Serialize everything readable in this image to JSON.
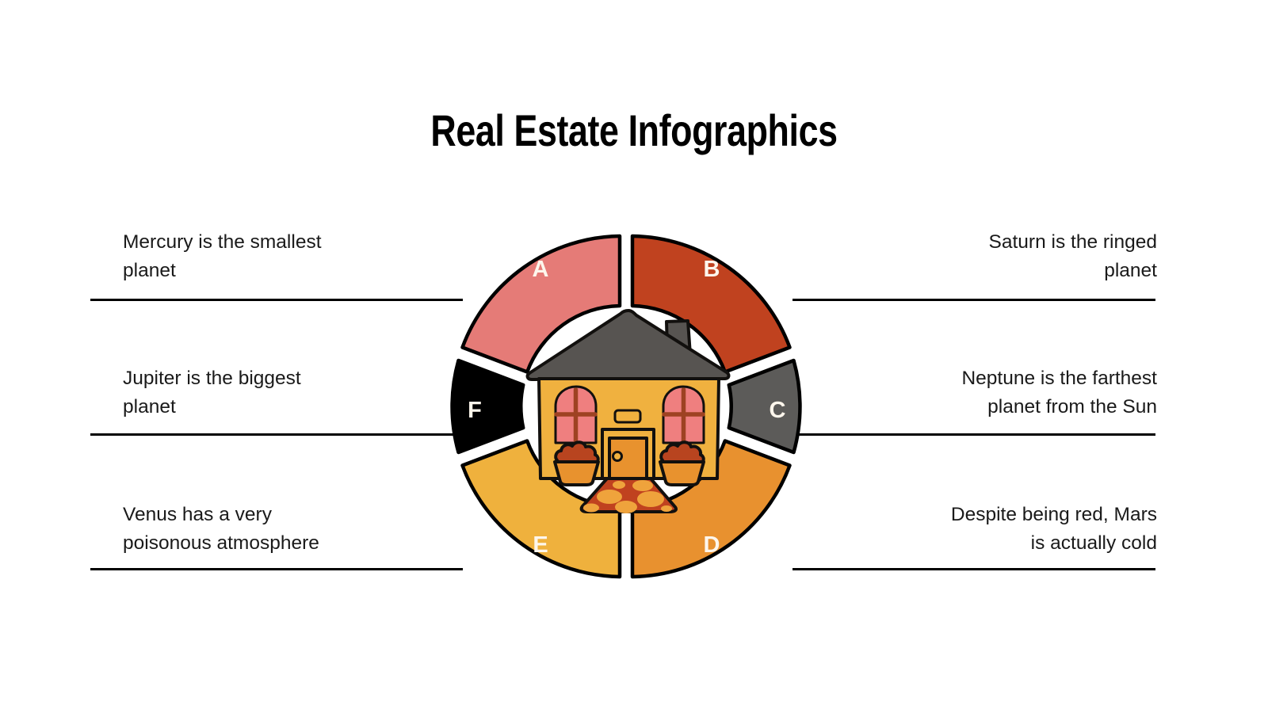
{
  "page": {
    "title": "Real Estate Infographics",
    "background_color": "#ffffff",
    "text_color": "#1a1a1a",
    "rule_color": "#000000"
  },
  "wheel": {
    "center_illustration": "house-illustration",
    "segments": [
      {
        "key": "A",
        "label": "A",
        "color": "#e57b77",
        "position": "top-left",
        "label_color": "#fdf6ec"
      },
      {
        "key": "B",
        "label": "B",
        "color": "#c0421f",
        "position": "top-right",
        "label_color": "#fdf6ec"
      },
      {
        "key": "C",
        "label": "C",
        "color": "#5c5b59",
        "position": "right",
        "label_color": "#fdf6ec"
      },
      {
        "key": "D",
        "label": "D",
        "color": "#e8912f",
        "position": "bottom-right",
        "label_color": "#fdf6ec"
      },
      {
        "key": "E",
        "label": "E",
        "color": "#efb13d",
        "position": "bottom-left",
        "label_color": "#fdf6ec"
      },
      {
        "key": "F",
        "label": "F",
        "color": "#000000",
        "position": "left",
        "label_color": "#ffffff"
      }
    ]
  },
  "captions": {
    "left": [
      {
        "segment": "A",
        "line1": "Mercury is the smallest",
        "line2": "planet"
      },
      {
        "segment": "F",
        "line1": "Jupiter is the biggest",
        "line2": "planet"
      },
      {
        "segment": "E",
        "line1": "Venus has a very",
        "line2": "poisonous atmosphere"
      }
    ],
    "right": [
      {
        "segment": "B",
        "line1": "Saturn is the ringed",
        "line2": "planet"
      },
      {
        "segment": "C",
        "line1": "Neptune is the farthest",
        "line2": "planet from the Sun"
      },
      {
        "segment": "D",
        "line1": "Despite being red, Mars",
        "line2": "is actually cold"
      }
    ]
  },
  "illustration": {
    "name": "house-illustration",
    "colors": {
      "roof": "#575451",
      "wall": "#f0b13f",
      "door": "#e8922e",
      "window_glass": "#ef7f7f",
      "window_mullion": "#9e4222",
      "pot": "#e8922e",
      "foliage": "#b8441f",
      "path": "#c0421f",
      "path_stone": "#efa33c",
      "outline": "#12100e"
    },
    "parts": [
      "roof",
      "chimney",
      "wall",
      "left-window",
      "right-window",
      "door",
      "door-sign",
      "doorknob",
      "left-planter",
      "right-planter",
      "stone-path"
    ]
  }
}
